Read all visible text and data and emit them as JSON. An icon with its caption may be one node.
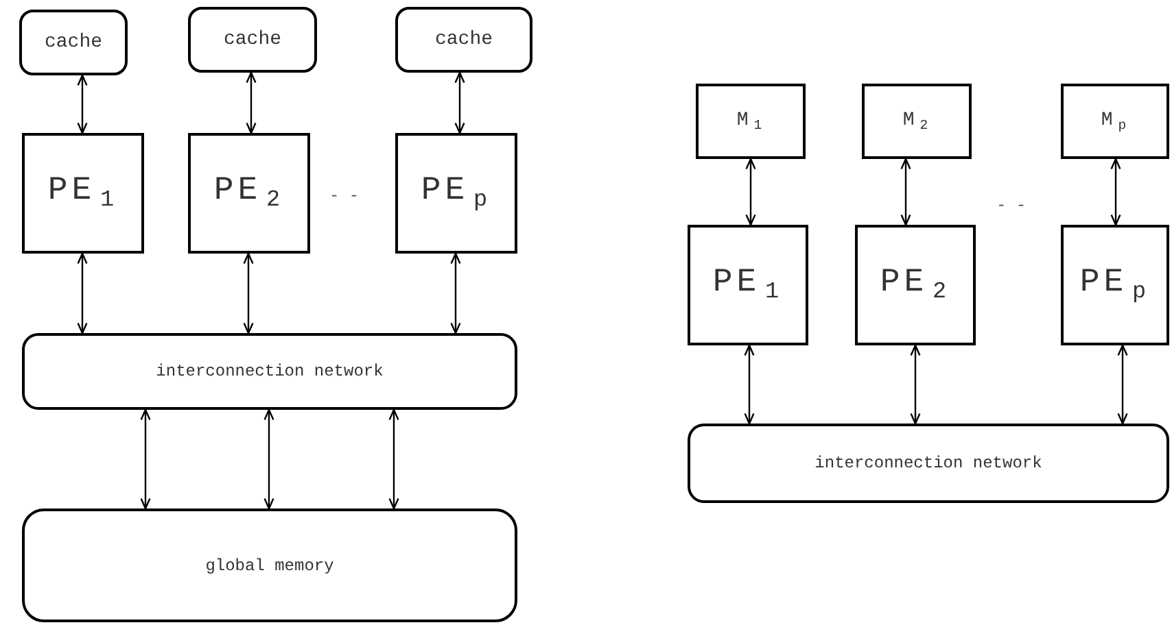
{
  "diagram": {
    "nodes": [
      {
        "text": [
          "cache"
        ]
      },
      {
        "text": [
          "cache"
        ]
      },
      {
        "text": [
          "cache"
        ]
      },
      {
        "text": [
          "PE$_{1}$"
        ]
      },
      {
        "text": [
          "PE$_{2}$"
        ]
      },
      {
        "text": [
          "PE$_{p}$"
        ]
      },
      {
        "text": [
          "interconnection network"
        ]
      },
      {
        "text": [
          "global memory"
        ]
      },
      {
        "text": [
          "M$_{1}$"
        ]
      },
      {
        "text": [
          "M$_{2}$"
        ]
      },
      {
        "text": [
          "M$_{p}$"
        ]
      },
      {
        "text": [
          "PE$_{1}$"
        ]
      },
      {
        "text": [
          "PE$_{2}$"
        ]
      },
      {
        "text": [
          "PE$_{p}$"
        ]
      },
      {
        "text": [
          "interconnection network"
        ]
      }
    ],
    "edges": [
      {
        "from": 0,
        "to": 3,
        "arrow": "both"
      },
      {
        "from": 1,
        "to": 4,
        "arrow": "both"
      },
      {
        "from": 2,
        "to": 5,
        "arrow": "both"
      },
      {
        "from": 3,
        "to": 6,
        "arrow": "both"
      },
      {
        "from": 4,
        "to": 6,
        "arrow": "both"
      },
      {
        "from": 5,
        "to": 6,
        "arrow": "both"
      },
      {
        "from": 6,
        "to": 7,
        "arrow": "both"
      },
      {
        "from": 6,
        "to": 7,
        "arrow": "both"
      },
      {
        "from": 6,
        "to": 7,
        "arrow": "both"
      },
      {
        "from": 8,
        "to": 11,
        "arrow": "both"
      },
      {
        "from": 9,
        "to": 12,
        "arrow": "both"
      },
      {
        "from": 10,
        "to": 13,
        "arrow": "both"
      },
      {
        "from": 11,
        "to": 14,
        "arrow": "both"
      },
      {
        "from": 12,
        "to": 14,
        "arrow": "both"
      },
      {
        "from": 13,
        "to": 14,
        "arrow": "both"
      }
    ],
    "labels": [
      "- -",
      "- -"
    ]
  }
}
